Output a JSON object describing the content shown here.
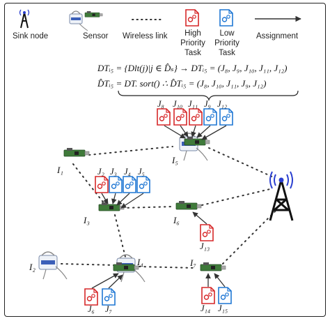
{
  "legend": {
    "sink_node": "Sink node",
    "sensor": "Sensor",
    "wireless_link": "Wireless link",
    "high_priority_line1": "High",
    "high_priority_line2": "Priority",
    "high_priority_line3": "Task",
    "low_priority_line1": "Low",
    "low_priority_line2": "Priority",
    "low_priority_line3": "Task",
    "assignment": "Assignment"
  },
  "equations": {
    "line1": "DTᵢ₅ = {Dlt(j)|j ∈ D̂ₛ} → DTᵢ₅ = (J₈, J₉, J₁₀, J₁₁, J₁₂)",
    "line2": "D̂Tᵢ₅ = DT. sort() ∴ D̂Tᵢ₅ = (J₈, J₁₀, J₁₁, J₉, J₁₂)"
  },
  "nodes": {
    "I1": "I₁",
    "I2": "I₂",
    "I3": "I₃",
    "I4": "I₄",
    "I5": "I₅",
    "I6": "I₆",
    "I7": "I₇"
  },
  "tasks": {
    "J2": "J₂",
    "J3": "J₃",
    "J4": "J₄",
    "J5": "J₅",
    "J6": "J₆",
    "J7": "J₇",
    "J8": "J₈",
    "J9": "J₉",
    "J10": "J₁₀",
    "J11": "J₁₁",
    "J12": "J₁₂",
    "J13": "J₁₃",
    "J14": "J₁₄",
    "J15": "J₁₅"
  },
  "colors": {
    "high_priority": "#d62728",
    "low_priority": "#1f77d4",
    "sink": "#111111",
    "sink_waves": "#2a3fd0",
    "board": "#3f7a3a"
  }
}
